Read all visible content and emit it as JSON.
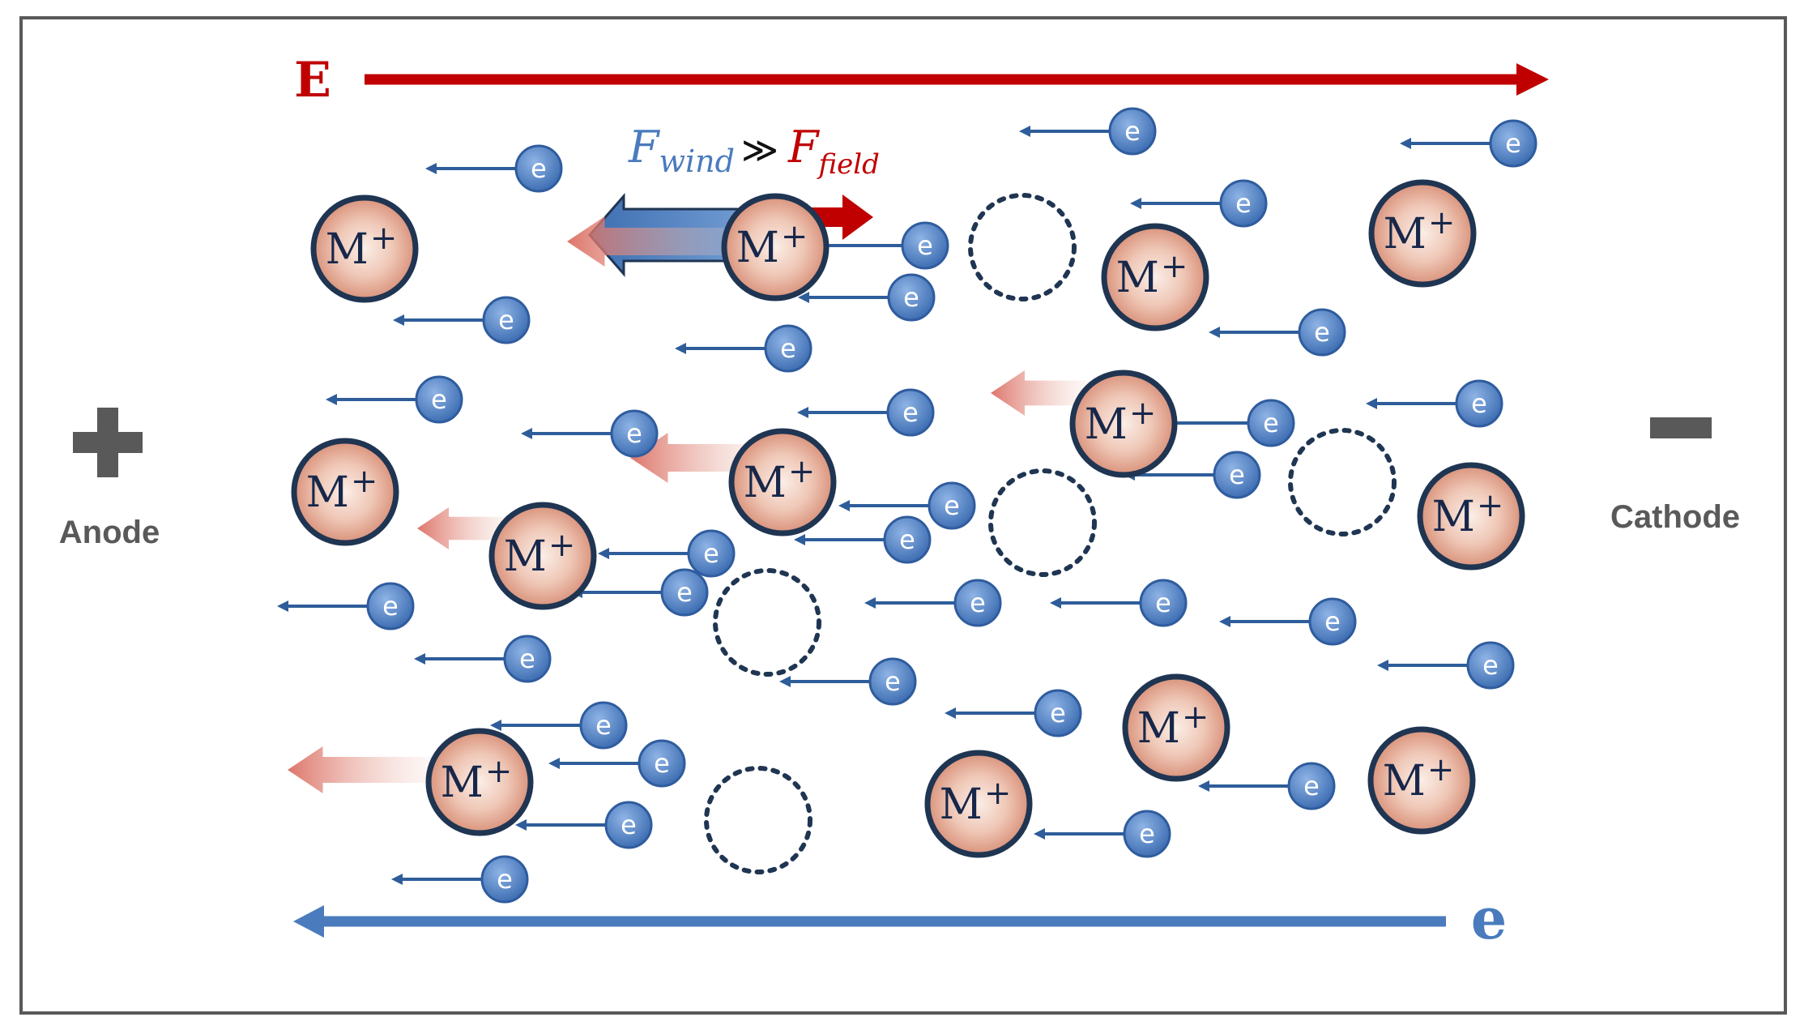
{
  "diagram": {
    "field_label": "E",
    "electron_flow_label": "e",
    "anode": {
      "label": "Anode",
      "symbol": "+"
    },
    "cathode": {
      "label": "Cathode",
      "symbol": "−"
    },
    "force_relation": {
      "wind_symbol": "F",
      "wind_subscript": "wind",
      "relation": "≫",
      "field_symbol": "F",
      "field_subscript": "field"
    },
    "ion_label": "M",
    "ion_charge": "+",
    "electron_label": "e",
    "colors": {
      "field": "#c00000",
      "electron": "#4a7bbd",
      "electron_dark": "#2e5d9a",
      "ion_fill_center": "#fbeee7",
      "ion_fill_edge": "#d99a86",
      "ion_stroke": "#1f3552",
      "ion_text": "#17274a",
      "electrode_symbol": "#595959",
      "border": "#595959"
    }
  }
}
